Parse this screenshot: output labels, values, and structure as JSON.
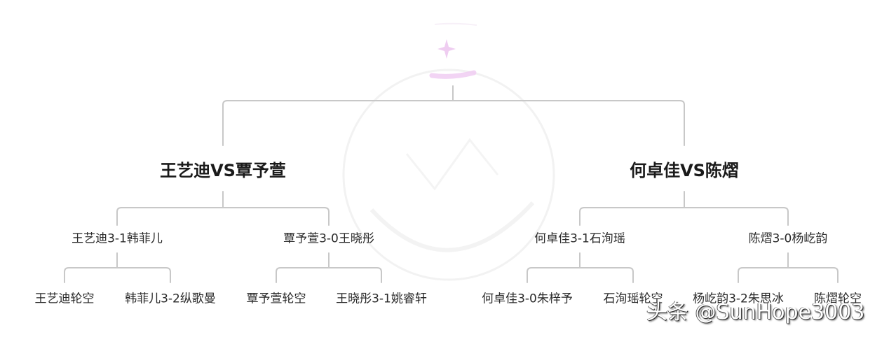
{
  "colors": {
    "background": "#ffffff",
    "connector": "#c8c8c8",
    "text": "#222222",
    "logo_accent": "#ecc4ee"
  },
  "bracket": {
    "top_icon": "star-sparkle-logo",
    "semifinals": [
      {
        "label": "王艺迪VS覃予萱",
        "quarterfinals": [
          {
            "label": "王艺迪3-1韩菲儿",
            "round1": [
              {
                "label": "王艺迪轮空"
              },
              {
                "label": "韩菲儿3-2纵歌曼"
              }
            ]
          },
          {
            "label": "覃予萱3-0王晓彤",
            "round1": [
              {
                "label": "覃予萱轮空"
              },
              {
                "label": "王晓彤3-1姚睿轩"
              }
            ]
          }
        ]
      },
      {
        "label": "何卓佳VS陈熠",
        "quarterfinals": [
          {
            "label": "何卓佳3-1石洵瑶",
            "round1": [
              {
                "label": "何卓佳3-0朱梓予"
              },
              {
                "label": "石洵瑶轮空"
              }
            ]
          },
          {
            "label": "陈熠3-0杨屹韵",
            "round1": [
              {
                "label": "杨屹韵3-2朱思冰"
              },
              {
                "label": "陈熠轮空"
              }
            ]
          }
        ]
      }
    ]
  },
  "watermark": {
    "text": "头条 @SunHope3003"
  }
}
